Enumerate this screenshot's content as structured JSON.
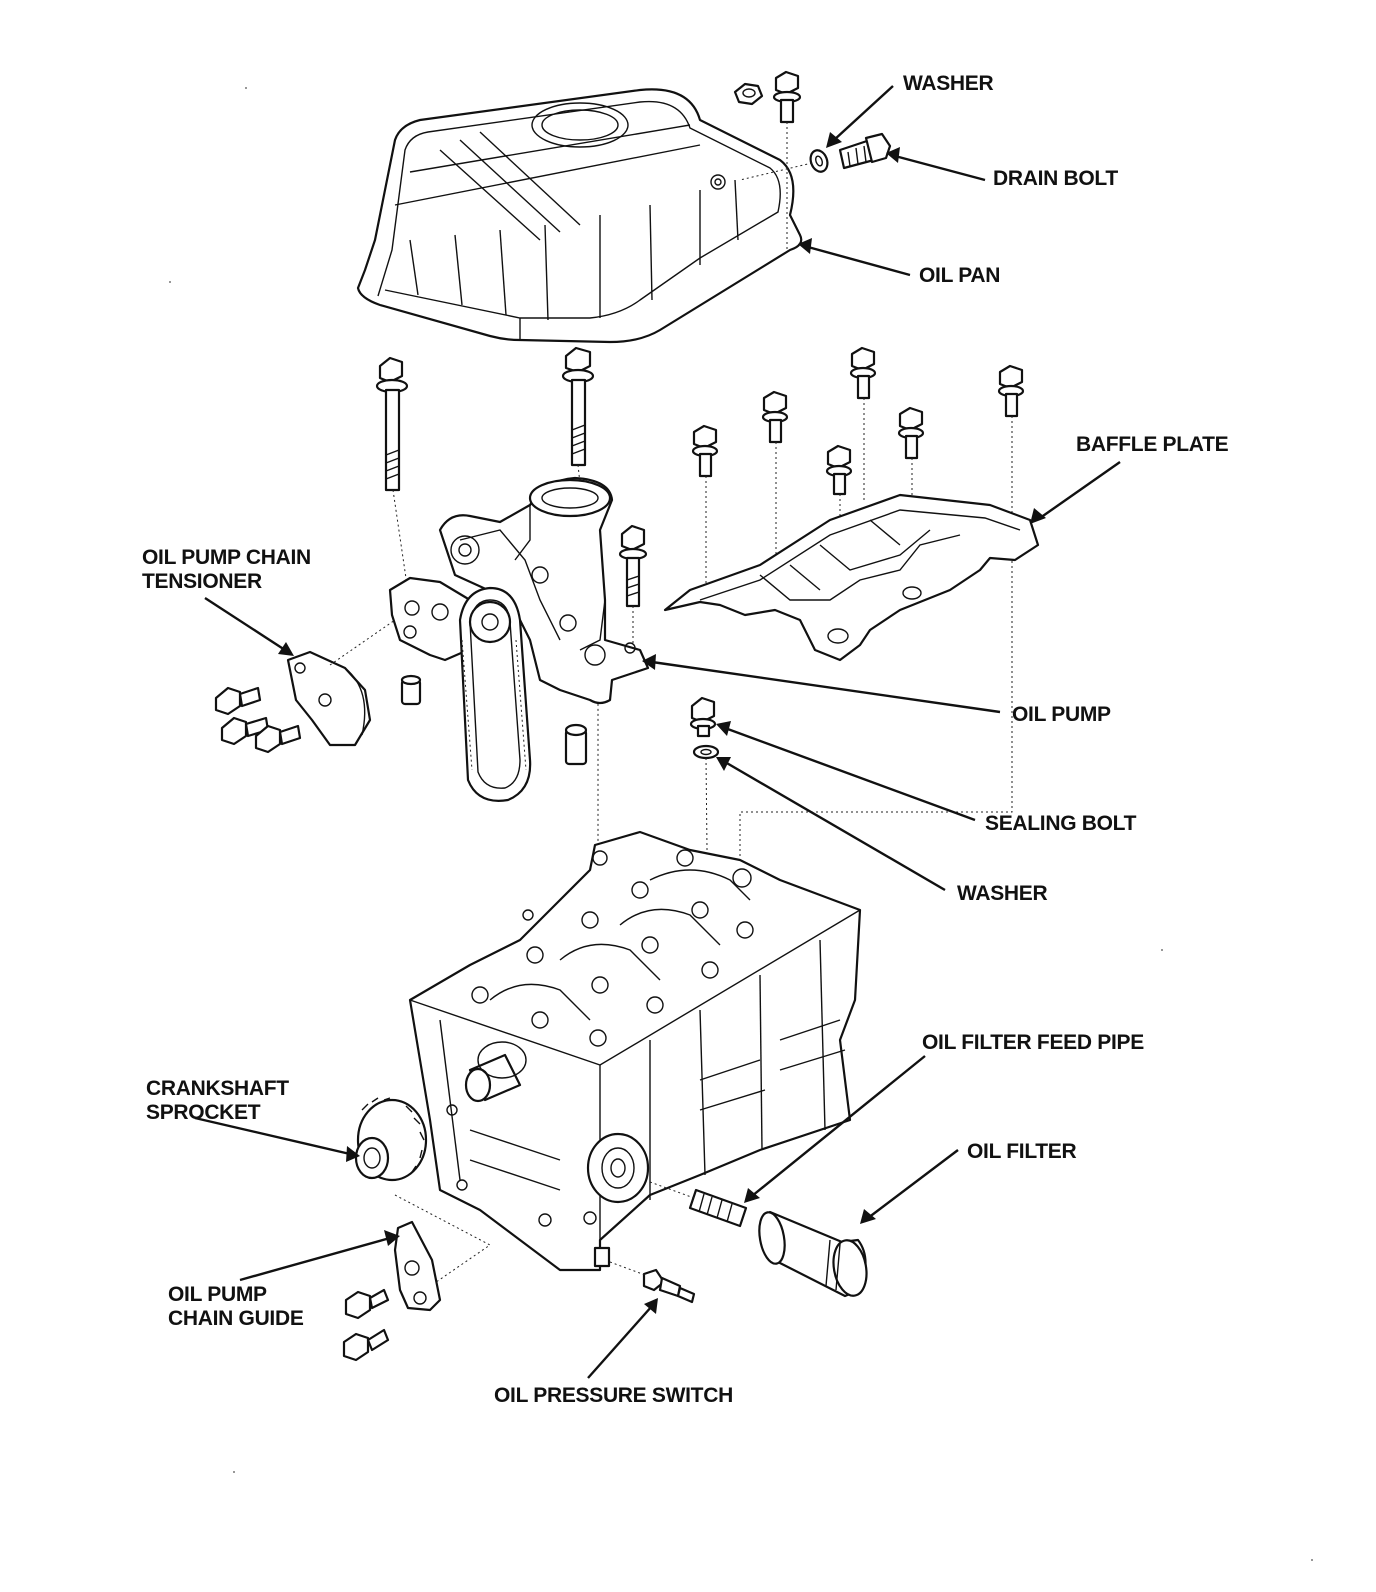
{
  "labels": {
    "washer_top": "WASHER",
    "drain_bolt": "DRAIN BOLT",
    "oil_pan": "OIL PAN",
    "baffle_plate": "BAFFLE PLATE",
    "tensioner_line1": "OIL PUMP CHAIN",
    "tensioner_line2": "TENSIONER",
    "oil_pump": "OIL PUMP",
    "sealing_bolt": "SEALING BOLT",
    "washer_bottom": "WASHER",
    "oil_filter_feed_pipe": "OIL FILTER FEED PIPE",
    "crankshaft_line1": "CRANKSHAFT",
    "crankshaft_line2": "SPROCKET",
    "oil_filter": "OIL FILTER",
    "chain_guide_line1": "OIL PUMP",
    "chain_guide_line2": "CHAIN GUIDE",
    "oil_pressure_switch": "OIL PRESSURE SWITCH"
  },
  "colors": {
    "ink": "#111111",
    "background": "#ffffff"
  }
}
